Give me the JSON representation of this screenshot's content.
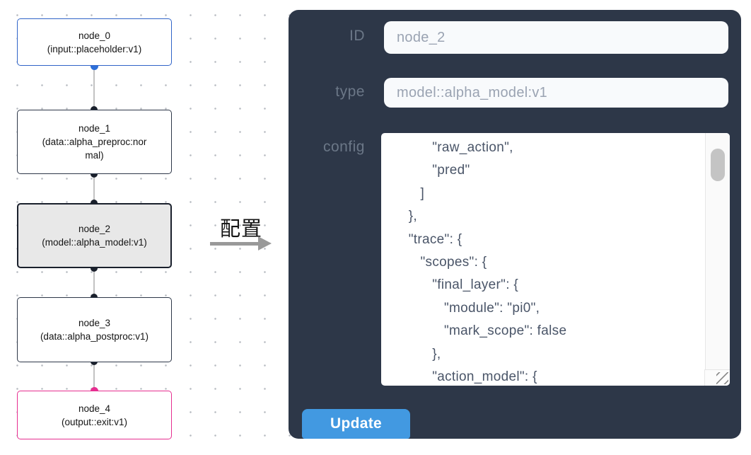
{
  "flow": {
    "nodes": [
      {
        "title": "node_0",
        "subtitle": "(input::placeholder:v1)",
        "role": "input"
      },
      {
        "title": "node_1",
        "subtitle": "(data::alpha_preproc:normal)",
        "role": "processor"
      },
      {
        "title": "node_2",
        "subtitle": "(model::alpha_model:v1)",
        "role": "model-selected"
      },
      {
        "title": "node_3",
        "subtitle": "(data::alpha_postproc:v1)",
        "role": "processor"
      },
      {
        "title": "node_4",
        "subtitle": "(output::exit:v1)",
        "role": "output"
      }
    ]
  },
  "annotation": {
    "label": "配置",
    "arrow_icon": "right-arrow-icon"
  },
  "panel": {
    "fields": {
      "id": {
        "label": "ID",
        "value": "node_2"
      },
      "type": {
        "label": "type",
        "value": "model::alpha_model:v1"
      },
      "config": {
        "label": "config",
        "lines": [
          "         \"raw_action\",",
          "         \"pred\"",
          "      ]",
          "   },",
          "   \"trace\": {",
          "      \"scopes\": {",
          "         \"final_layer\": {",
          "            \"module\": \"pi0\",",
          "            \"mark_scope\": false",
          "         },",
          "         \"action_model\": {"
        ]
      }
    },
    "update_button": "Update"
  },
  "colors": {
    "panel_bg": "#2d3748",
    "button_blue": "#4299e1",
    "input_node_accent": "#2e6fd8",
    "output_node_accent": "#e62e90",
    "selected_node_border": "#1a202c",
    "field_bg": "#f8fafc"
  }
}
